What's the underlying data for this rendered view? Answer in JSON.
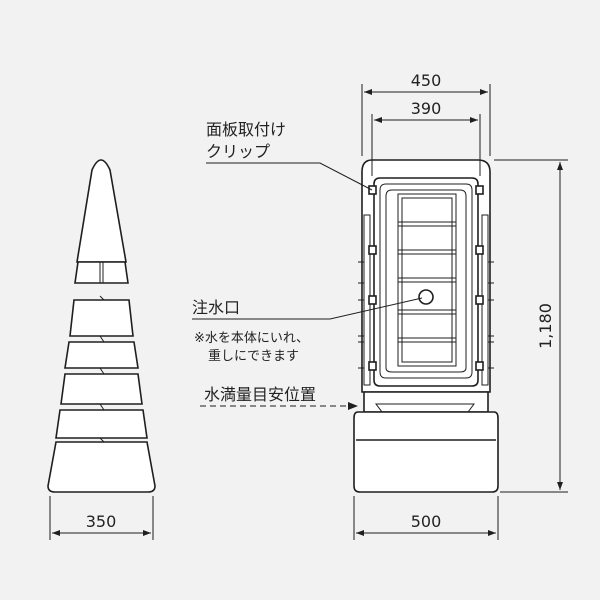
{
  "dimensions": {
    "top_outer_width": "450",
    "top_inner_width": "390",
    "height": "1,180",
    "side_base_width": "350",
    "front_base_width": "500"
  },
  "labels": {
    "panel_clip_line1": "面板取付け",
    "panel_clip_line2": "クリップ",
    "water_inlet": "注水口",
    "water_note_line1": "※水を本体にいれ、",
    "water_note_line2": "重しにできます",
    "water_full_level": "水満量目安位置"
  }
}
